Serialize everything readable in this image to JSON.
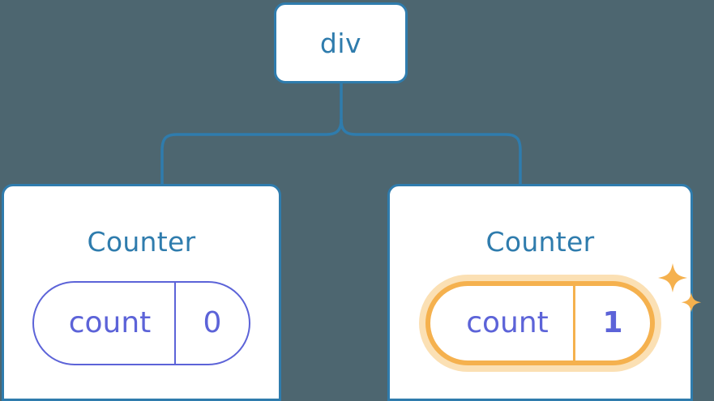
{
  "diagram": {
    "title": "React component tree with state update highlight",
    "background_color": "#4d6670",
    "accent_blue": "#2f7cad",
    "accent_purple": "#5c63d8",
    "highlight_orange": "#f5b14e",
    "highlight_glow": "#fbe0b4"
  },
  "root": {
    "label": "div"
  },
  "children": [
    {
      "title": "Counter",
      "state": {
        "key": "count",
        "value": "0"
      },
      "highlighted": false
    },
    {
      "title": "Counter",
      "state": {
        "key": "count",
        "value": "1"
      },
      "highlighted": true
    }
  ],
  "icons": {
    "sparkle_large": "sparkle-icon",
    "sparkle_small": "sparkle-icon"
  }
}
